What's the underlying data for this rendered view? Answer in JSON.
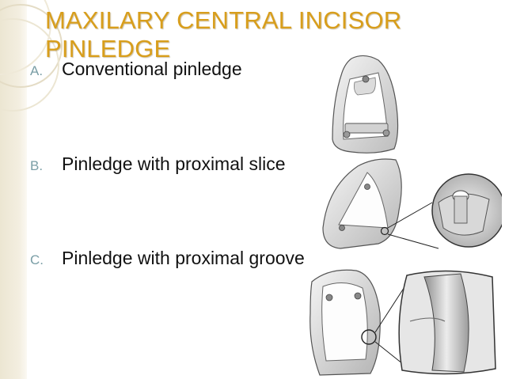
{
  "slide": {
    "title": "MAXILARY CENTRAL INCISOR PINLEDGE",
    "items": [
      {
        "marker": "A.",
        "text": "Conventional pinledge"
      },
      {
        "marker": "B.",
        "text": "Pinledge with proximal slice"
      },
      {
        "marker": "C.",
        "text": "Pinledge with proximal groove"
      }
    ]
  },
  "colors": {
    "title": "#d89e1c",
    "marker": "#7a9ea6",
    "band": "#ece6d2"
  }
}
